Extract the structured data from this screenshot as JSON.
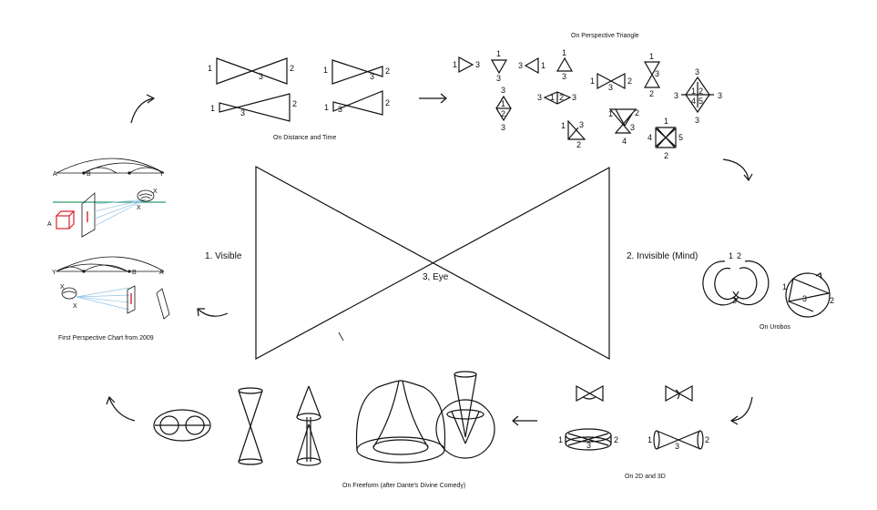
{
  "center": {
    "left_label": "1. Visible",
    "right_label": "2. Invisible (Mind)",
    "center_label": "3, Eye"
  },
  "captions": {
    "distance_time": "On Distance and Time",
    "perspective_triangle": "On Perspective Triangle",
    "urobos": "On Urobos",
    "twod_threed": "On 2D and 3D",
    "freeform": "On Freeform (after Dante's Divine Comedy)",
    "first_chart": "First Perspective Chart from 2009"
  },
  "numerals": {
    "one": "1",
    "two": "2",
    "three": "3",
    "four": "4",
    "five": "5"
  },
  "chart2009": {
    "a": "A",
    "b": "B",
    "x": "X",
    "y": "Y"
  },
  "colors": {
    "line": "#111111",
    "accent_red": "#d8232a",
    "accent_green": "#2e9e6b",
    "accent_blue": "#8fc4e6"
  }
}
